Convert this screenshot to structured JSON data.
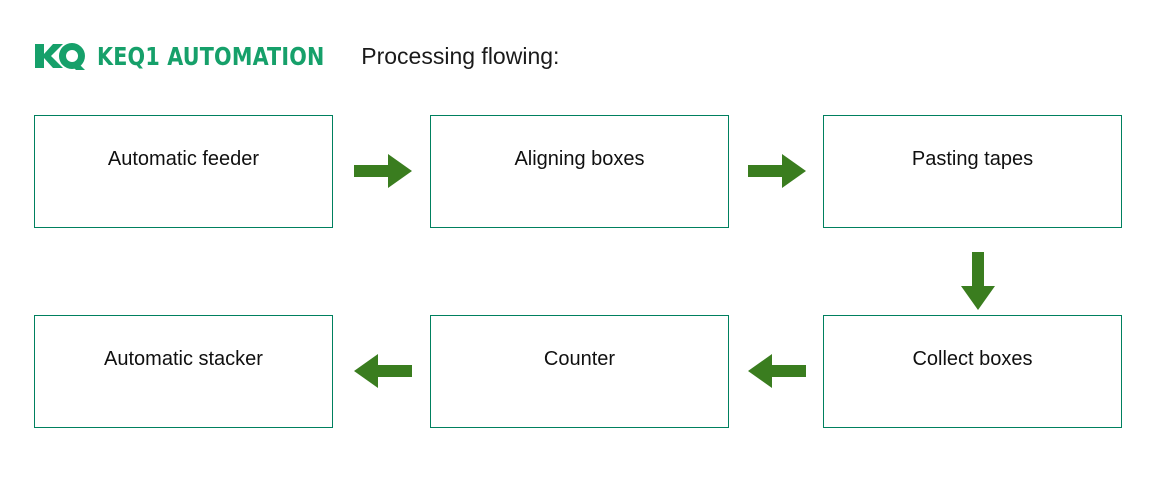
{
  "header": {
    "logo_icon": "kq-monogram-logo",
    "brand_name": "KEQ1 AUTOMATION",
    "title": "Processing flowing:",
    "brand_color": "#16a06a",
    "title_color": "#1a1a1a"
  },
  "colors": {
    "background": "#ffffff",
    "node_border": "#00805f",
    "node_fill": "#ffffff",
    "node_text": "#101010",
    "arrow": "#3a7d1f",
    "brand_green": "#16a06a"
  },
  "flowchart": {
    "type": "process-flow",
    "nodes": [
      {
        "id": "automatic-feeder",
        "label": "Automatic feeder",
        "row": 1,
        "col": 1
      },
      {
        "id": "aligning-boxes",
        "label": "Aligning boxes",
        "row": 1,
        "col": 2
      },
      {
        "id": "pasting-tapes",
        "label": "Pasting tapes",
        "row": 1,
        "col": 3
      },
      {
        "id": "collect-boxes",
        "label": "Collect boxes",
        "row": 2,
        "col": 3
      },
      {
        "id": "counter",
        "label": "Counter",
        "row": 2,
        "col": 2
      },
      {
        "id": "automatic-stacker",
        "label": "Automatic stacker",
        "row": 2,
        "col": 1
      }
    ],
    "edges": [
      {
        "from": "automatic-feeder",
        "to": "aligning-boxes",
        "direction": "right"
      },
      {
        "from": "aligning-boxes",
        "to": "pasting-tapes",
        "direction": "right"
      },
      {
        "from": "pasting-tapes",
        "to": "collect-boxes",
        "direction": "down"
      },
      {
        "from": "collect-boxes",
        "to": "counter",
        "direction": "left"
      },
      {
        "from": "counter",
        "to": "automatic-stacker",
        "direction": "left"
      }
    ]
  }
}
